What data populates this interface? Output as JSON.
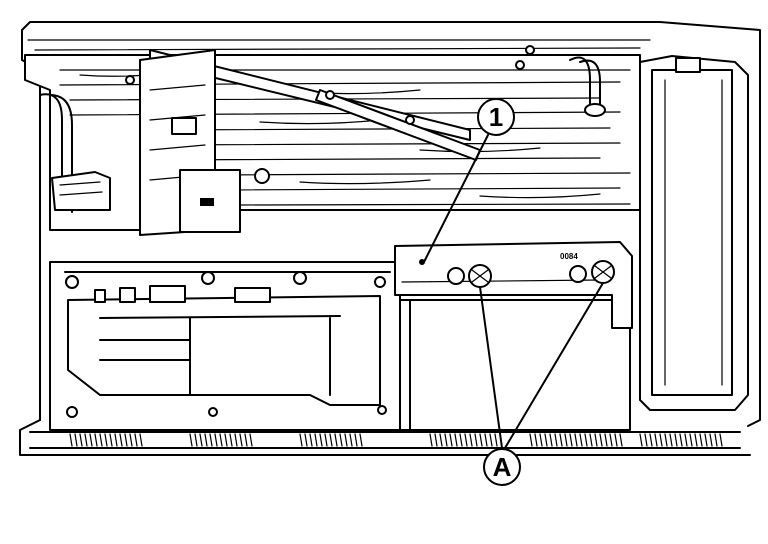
{
  "callouts": {
    "part_1": "1",
    "part_A": "A"
  },
  "plate_marking": "0084",
  "colors": {
    "line": "#000000",
    "background": "#ffffff"
  }
}
